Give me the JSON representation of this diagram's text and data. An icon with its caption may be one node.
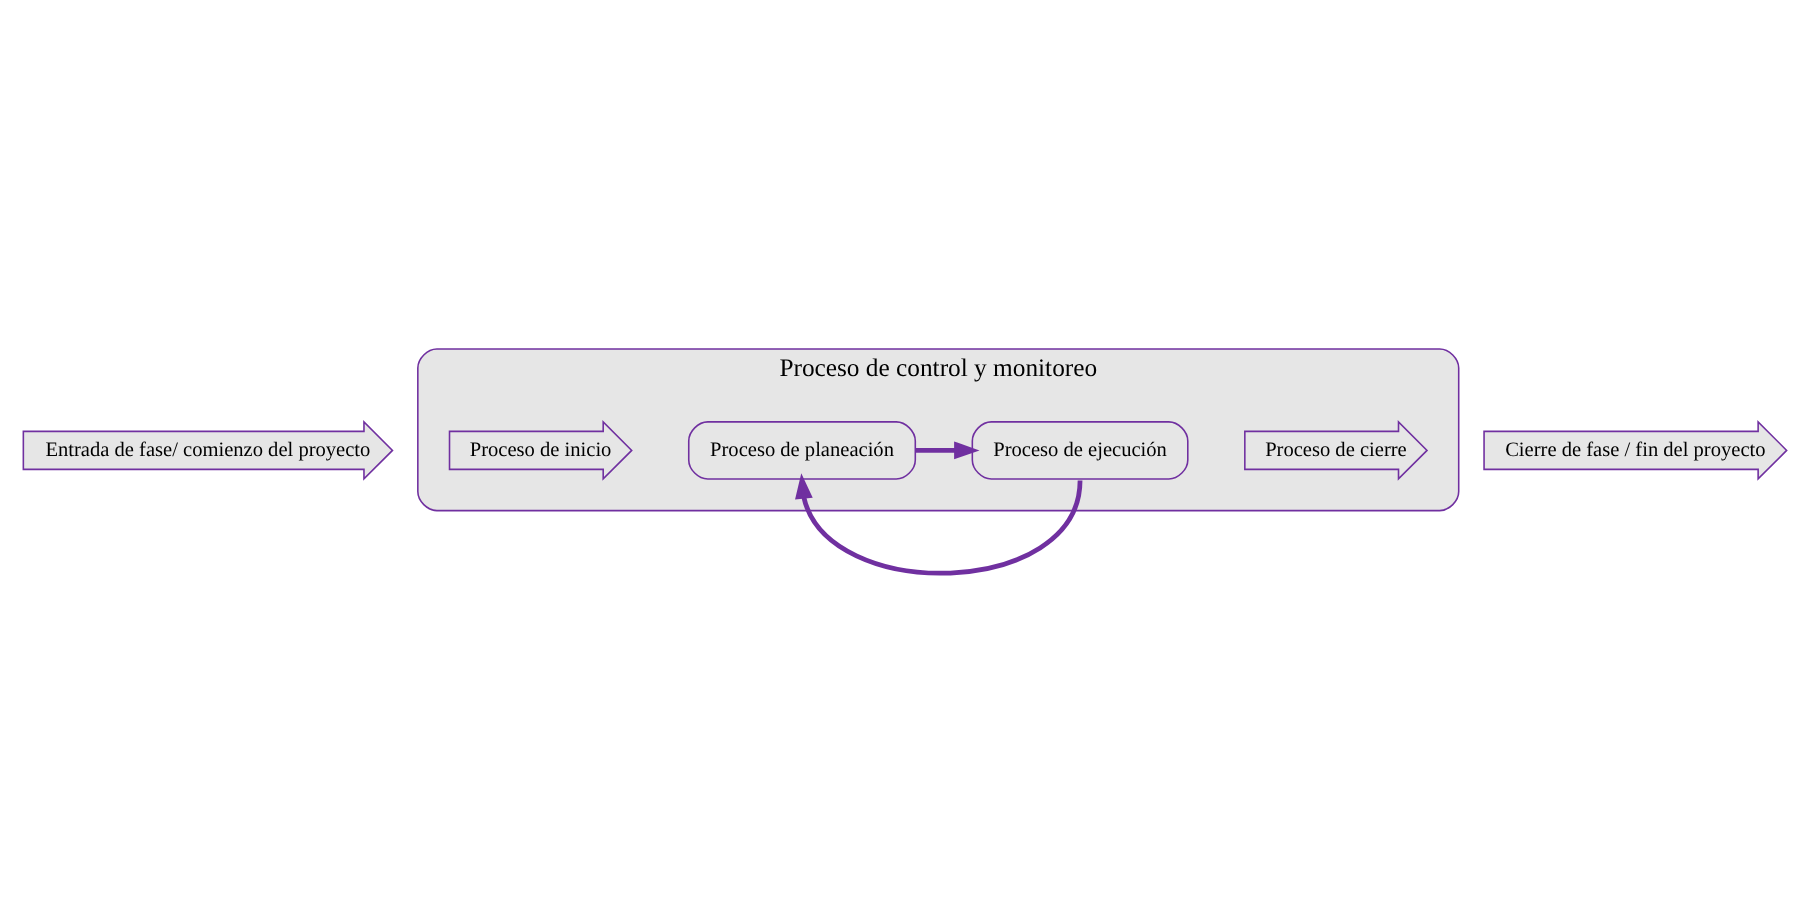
{
  "diagram": {
    "nodes": [
      {
        "text": [
          "Entrada de fase/ comienzo del proyecto"
        ]
      },
      {
        "text": [
          "Proceso de control y monitoreo"
        ]
      },
      {
        "text": [
          "Proceso de inicio"
        ],
        "in": 1
      },
      {
        "text": [
          "Proceso de planeación"
        ],
        "in": 1
      },
      {
        "text": [
          "Proceso de ejecución"
        ],
        "in": 1
      },
      {
        "text": [
          "Proceso de cierre"
        ],
        "in": 1
      },
      {
        "text": [
          "Cierre de fase / fin del proyecto"
        ]
      }
    ],
    "edges": [
      {
        "from": 3,
        "to": 4,
        "arrow": "to"
      },
      {
        "from": 4,
        "to": 3,
        "arrow": "to"
      }
    ]
  }
}
